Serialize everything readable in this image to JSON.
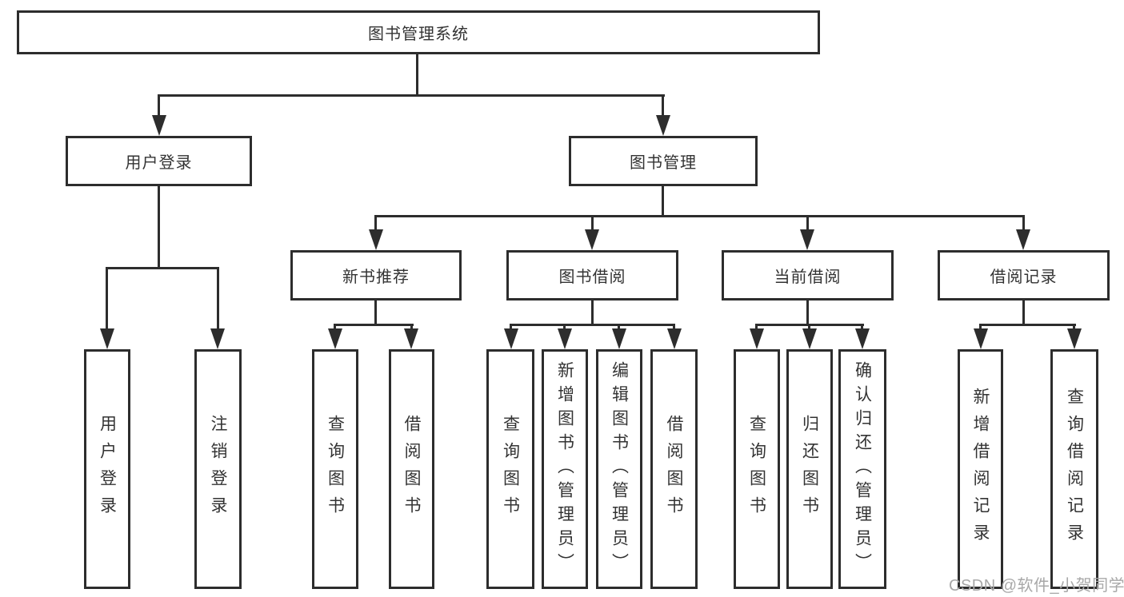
{
  "diagram": {
    "root": "图书管理系统",
    "branches": {
      "user_login": "用户登录",
      "book_management": "图书管理"
    },
    "modules": [
      "新书推荐",
      "图书借阅",
      "当前借阅",
      "借阅记录"
    ],
    "leaves": [
      "用户登录",
      "注销登录",
      "查询图书",
      "借阅图书",
      "查询图书",
      "新增图书（管理员）",
      "编辑图书（管理员）",
      "借阅图书",
      "查询图书",
      "归还图书",
      "确认归还（管理员）",
      "新增借阅记录",
      "查询借阅记录"
    ]
  },
  "watermark": "CSDN @软件_小贺同学",
  "colors": {
    "line": "#2d2d2d",
    "text": "#333333",
    "watermark": "#a8a8a8",
    "background": "#ffffff"
  }
}
